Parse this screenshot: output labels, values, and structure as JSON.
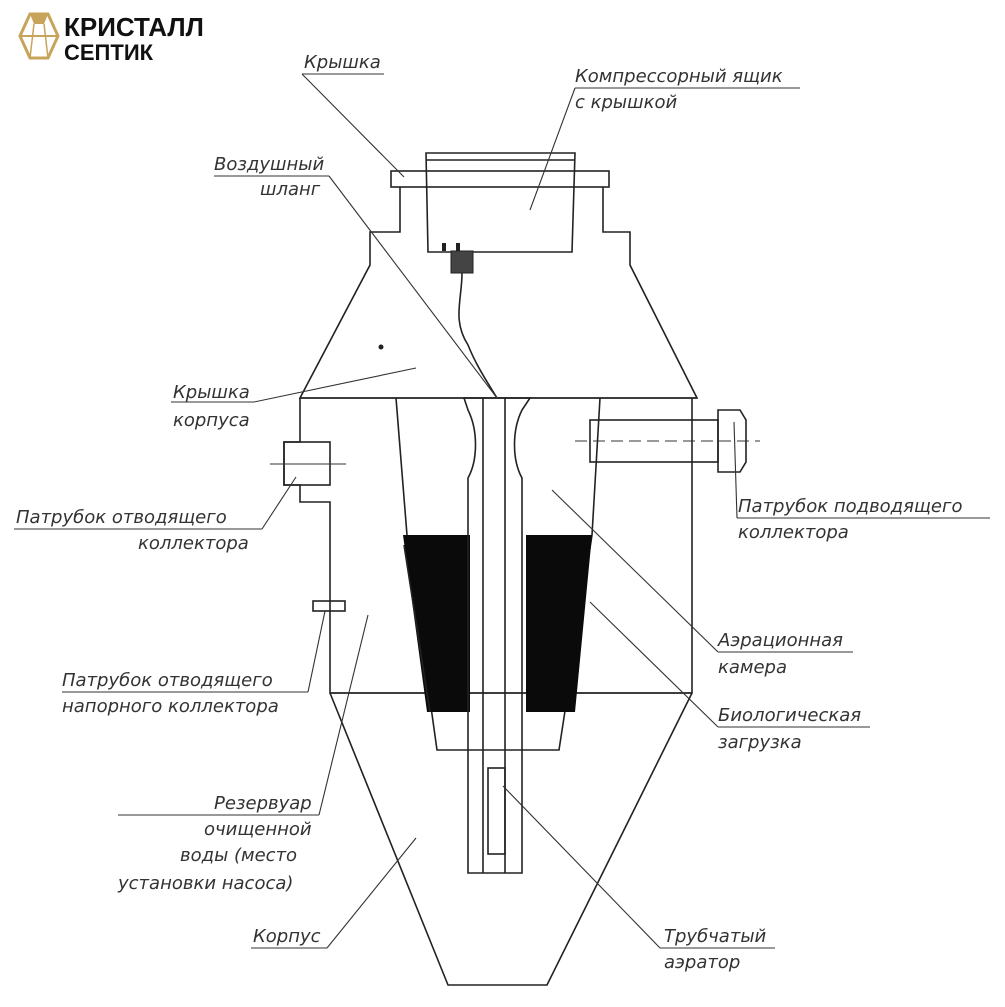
{
  "brand": {
    "line1": "КРИСТАЛЛ",
    "line2": "СЕПТИК",
    "logo_color": "#c8a45a"
  },
  "labels": {
    "lid": "Крышка",
    "compressor_box_1": "Компрессорный ящик",
    "compressor_box_2": "с крышкой",
    "air_hose_1": "Воздушный",
    "air_hose_2": "шланг",
    "body_lid_1": "Крышка",
    "body_lid_2": "корпуса",
    "outlet_pipe_1": "Патрубок отводящего",
    "outlet_pipe_2": "коллектора",
    "inlet_pipe_1": "Патрубок подводящего",
    "inlet_pipe_2": "коллектора",
    "pressure_outlet_1": "Патрубок отводящего",
    "pressure_outlet_2": "напорного коллектора",
    "aeration_1": "Аэрационная",
    "aeration_2": "камера",
    "bio_load_1": "Биологическая",
    "bio_load_2": "загрузка",
    "reservoir_1": "Резервуар",
    "reservoir_2": "очищенной",
    "reservoir_3": "воды (место",
    "reservoir_4": "установки насоса)",
    "housing": "Корпус",
    "aerator_1": "Трубчатый",
    "aerator_2": "аэратор"
  }
}
